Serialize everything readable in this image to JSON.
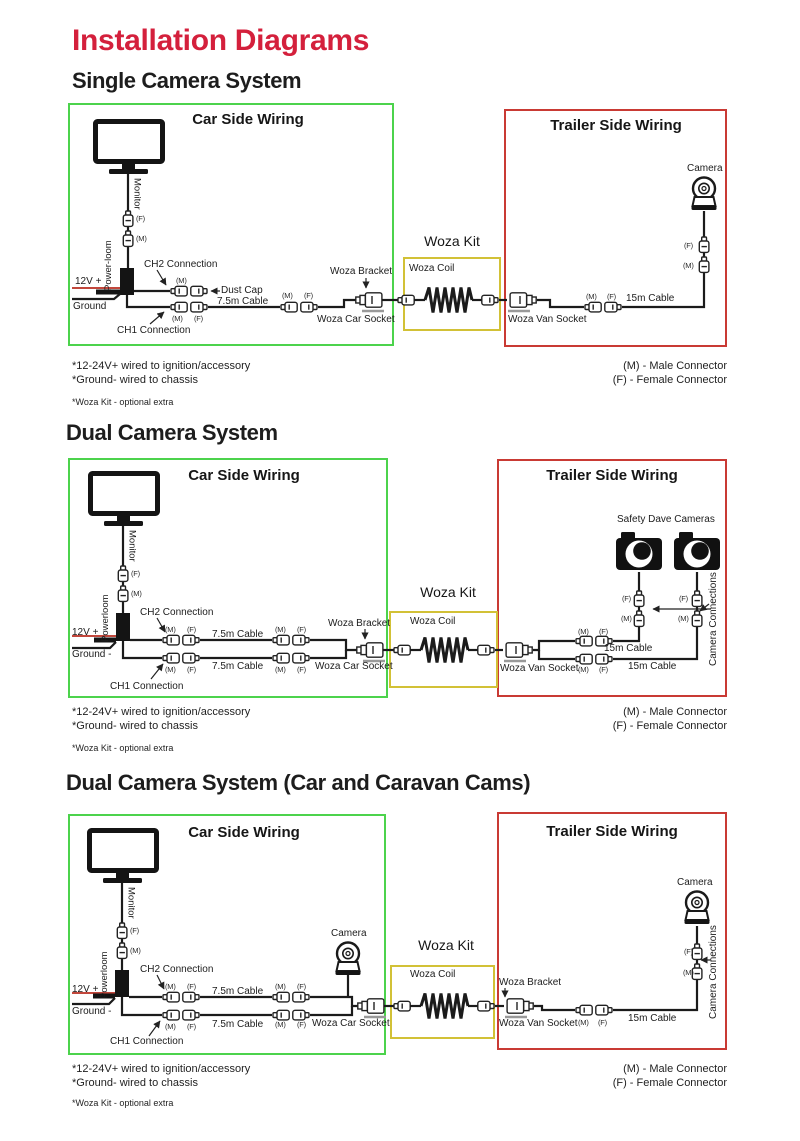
{
  "title": "Installation Diagrams",
  "sections": [
    {
      "heading": "Single Camera System"
    },
    {
      "heading": "Dual Camera System"
    },
    {
      "heading": "Dual Camera System (Car and Caravan Cams)"
    }
  ],
  "boxes": {
    "car": "Car Side Wiring",
    "trailer": "Trailer Side Wiring",
    "kit": "Woza Kit",
    "coil": "Woza Coil"
  },
  "labels": {
    "monitor": "Monitor",
    "power_loom": "Power-loom",
    "powerloom": "Powerloom",
    "v12": "12V +",
    "ground": "Ground",
    "ground_dash": "Ground -",
    "ch2": "CH2 Connection",
    "ch1": "CH1 Connection",
    "dust_cap": "Dust Cap",
    "cable75": "7.5m Cable",
    "cable15": "15m Cable",
    "bracket": "Woza Bracket",
    "car_socket": "Woza Car Socket",
    "van_socket": "Woza Van Socket",
    "camera": "Camera",
    "sd_cameras": "Safety Dave Cameras",
    "cam_conn": "Camera Connections",
    "m": "(M)",
    "f": "(F)"
  },
  "notes": {
    "power": "*12-24V+ wired to ignition/accessory",
    "ground": "*Ground- wired to chassis",
    "kit": "*Woza Kit - optional extra",
    "male": "(M) - Male Connector",
    "female": "(F) - Female Connector"
  },
  "colors": {
    "title": "#d4203c",
    "car_box_border": "#4cd34c",
    "trailer_box_border": "#c93a34",
    "kit_box_border": "#d2c136",
    "power_wire": "#c2473c"
  }
}
